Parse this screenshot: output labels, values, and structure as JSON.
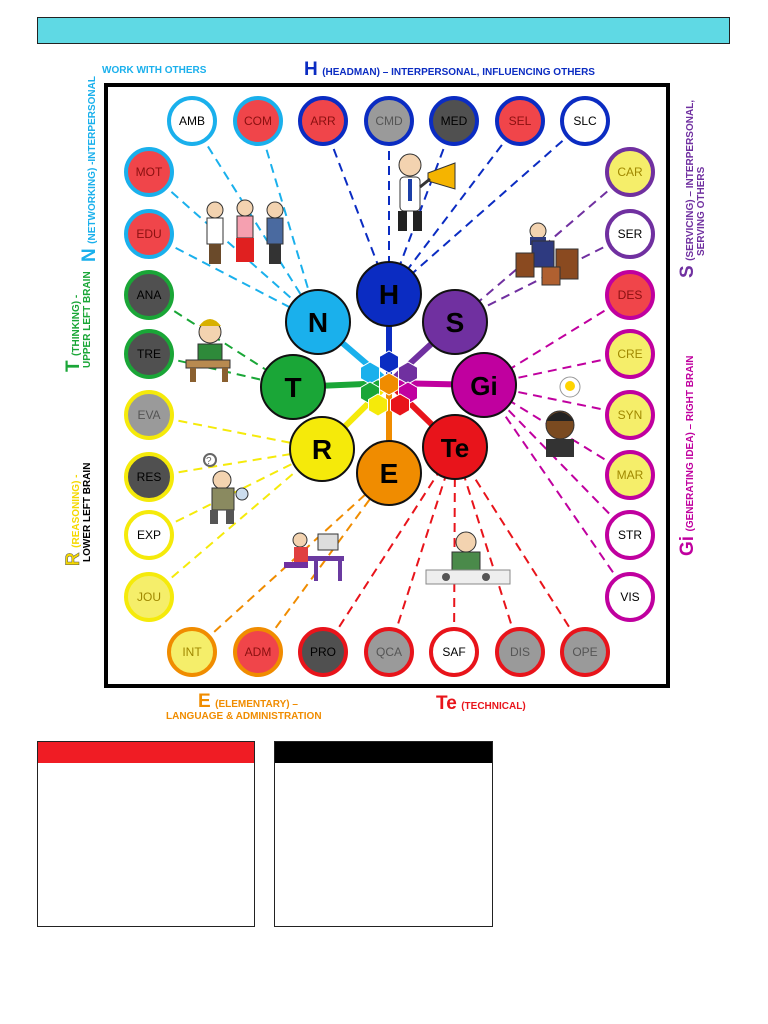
{
  "colors": {
    "topbar": "#5fd9e4",
    "N": "#1ab0ec",
    "H": "#0b2cc2",
    "S": "#7030a0",
    "Gi": "#c0009f",
    "Te": "#e8141b",
    "E": "#f08c00",
    "R": "#f5ea0a",
    "T": "#1aa637"
  },
  "labels": {
    "work_with_others": "WORK WITH OTHERS",
    "h_letter": "H",
    "h_desc": "(HEADMAN) – INTERPERSONAL, INFLUENCING OTHERS",
    "n_letter": "N",
    "n_desc": "(NETWORKING) -INTERPERSONAL",
    "t_letter": "T",
    "t_desc1": "(THINKING) -",
    "t_desc2": "UPPER LEFT BRAIN",
    "r_letter": "R",
    "r_desc1": "(REASONING) -",
    "r_desc2": "LOWER LEFT BRAIN",
    "s_letter": "S",
    "s_desc1": "(SERVICING) – INTERPERSONAL,",
    "s_desc2": "SERVING OTHERS",
    "gi_letter": "Gi",
    "gi_desc": "(GENERATING IDEA) – RIGHT BRAIN",
    "e_letter": "E",
    "e_desc1": "(ELEMENTARY) –",
    "e_desc2": "LANGUAGE & ADMINISTRATION",
    "te_letter": "Te",
    "te_desc": "(TECHNICAL)"
  },
  "hubs": [
    {
      "label": "N",
      "key": "N"
    },
    {
      "label": "H",
      "key": "H"
    },
    {
      "label": "S",
      "key": "S"
    },
    {
      "label": "T",
      "key": "T"
    },
    {
      "label": "Gi",
      "key": "Gi"
    },
    {
      "label": "R",
      "key": "R"
    },
    {
      "label": "E",
      "key": "E"
    },
    {
      "label": "Te",
      "key": "Te"
    }
  ],
  "skills": [
    {
      "code": "AMB",
      "fill": "#ffffff",
      "text": "#000",
      "ring": "#1ab0ec",
      "hub": "N"
    },
    {
      "code": "COM",
      "fill": "#f0454a",
      "text": "#8a1010",
      "ring": "#1ab0ec",
      "hub": "N"
    },
    {
      "code": "ARR",
      "fill": "#f0454a",
      "text": "#8a1010",
      "ring": "#0b2cc2",
      "hub": "H"
    },
    {
      "code": "CMD",
      "fill": "#9a9a9a",
      "text": "#555",
      "ring": "#0b2cc2",
      "hub": "H"
    },
    {
      "code": "MED",
      "fill": "#505050",
      "text": "#000",
      "ring": "#0b2cc2",
      "hub": "H"
    },
    {
      "code": "SEL",
      "fill": "#f0454a",
      "text": "#8a1010",
      "ring": "#0b2cc2",
      "hub": "H"
    },
    {
      "code": "SLC",
      "fill": "#ffffff",
      "text": "#000",
      "ring": "#0b2cc2",
      "hub": "H"
    },
    {
      "code": "MOT",
      "fill": "#f0454a",
      "text": "#8a1010",
      "ring": "#1ab0ec",
      "hub": "N"
    },
    {
      "code": "EDU",
      "fill": "#f0454a",
      "text": "#8a1010",
      "ring": "#1ab0ec",
      "hub": "N"
    },
    {
      "code": "ANA",
      "fill": "#505050",
      "text": "#000",
      "ring": "#1aa637",
      "hub": "T"
    },
    {
      "code": "TRE",
      "fill": "#505050",
      "text": "#000",
      "ring": "#1aa637",
      "hub": "T"
    },
    {
      "code": "EVA",
      "fill": "#9a9a9a",
      "text": "#555",
      "ring": "#f5ea0a",
      "hub": "R"
    },
    {
      "code": "RES",
      "fill": "#505050",
      "text": "#000",
      "ring": "#f5ea0a",
      "hub": "R"
    },
    {
      "code": "EXP",
      "fill": "#ffffff",
      "text": "#000",
      "ring": "#f5ea0a",
      "hub": "R"
    },
    {
      "code": "JOU",
      "fill": "#f5ee6a",
      "text": "#a08800",
      "ring": "#f5ea0a",
      "hub": "R"
    },
    {
      "code": "CAR",
      "fill": "#f5ee6a",
      "text": "#a08800",
      "ring": "#7030a0",
      "hub": "S"
    },
    {
      "code": "SER",
      "fill": "#ffffff",
      "text": "#000",
      "ring": "#7030a0",
      "hub": "S"
    },
    {
      "code": "DES",
      "fill": "#f0454a",
      "text": "#8a1010",
      "ring": "#c0009f",
      "hub": "Gi"
    },
    {
      "code": "CRE",
      "fill": "#f5ee6a",
      "text": "#a08800",
      "ring": "#c0009f",
      "hub": "Gi"
    },
    {
      "code": "SYN",
      "fill": "#f5ee6a",
      "text": "#a08800",
      "ring": "#c0009f",
      "hub": "Gi"
    },
    {
      "code": "MAR",
      "fill": "#f5ee6a",
      "text": "#a08800",
      "ring": "#c0009f",
      "hub": "Gi"
    },
    {
      "code": "STR",
      "fill": "#ffffff",
      "text": "#000",
      "ring": "#c0009f",
      "hub": "Gi"
    },
    {
      "code": "VIS",
      "fill": "#ffffff",
      "text": "#000",
      "ring": "#c0009f",
      "hub": "Gi"
    },
    {
      "code": "INT",
      "fill": "#f5ee6a",
      "text": "#a08800",
      "ring": "#f08c00",
      "hub": "E"
    },
    {
      "code": "ADM",
      "fill": "#f0454a",
      "text": "#8a1010",
      "ring": "#f08c00",
      "hub": "E"
    },
    {
      "code": "PRO",
      "fill": "#505050",
      "text": "#000",
      "ring": "#e8141b",
      "hub": "Te"
    },
    {
      "code": "QCA",
      "fill": "#9a9a9a",
      "text": "#555",
      "ring": "#e8141b",
      "hub": "Te"
    },
    {
      "code": "SAF",
      "fill": "#ffffff",
      "text": "#000",
      "ring": "#e8141b",
      "hub": "Te"
    },
    {
      "code": "DIS",
      "fill": "#9a9a9a",
      "text": "#555",
      "ring": "#e8141b",
      "hub": "Te"
    },
    {
      "code": "OPE",
      "fill": "#9a9a9a",
      "text": "#555",
      "ring": "#e8141b",
      "hub": "Te"
    }
  ],
  "boxes": [
    {
      "header_color": "#f01c24"
    },
    {
      "header_color": "#000000"
    }
  ]
}
